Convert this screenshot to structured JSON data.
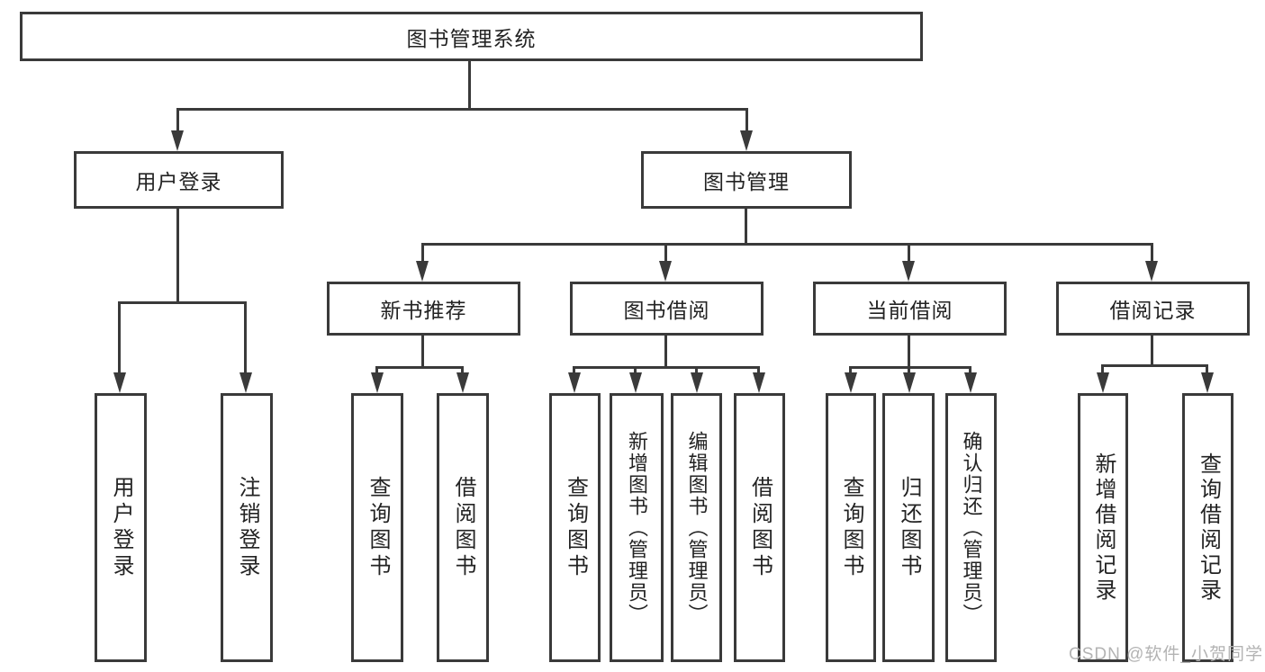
{
  "tree": {
    "root": {
      "label": "图书管理系统"
    },
    "level2": [
      {
        "label": "用户登录"
      },
      {
        "label": "图书管理"
      }
    ],
    "level3": [
      {
        "label": "新书推荐"
      },
      {
        "label": "图书借阅"
      },
      {
        "label": "当前借阅"
      },
      {
        "label": "借阅记录"
      }
    ],
    "leaves": {
      "user_login": [
        "用户登录",
        "注销登录"
      ],
      "new_book": [
        "查询图书",
        "借阅图书"
      ],
      "book_borrow": [
        "查询图书",
        "新增图书（管理员）",
        "编辑图书（管理员）",
        "借阅图书"
      ],
      "current_borrow": [
        "查询图书",
        "归还图书",
        "确认归还（管理员）"
      ],
      "borrow_record": [
        "新增借阅记录",
        "查询借阅记录"
      ]
    }
  },
  "watermark": {
    "text": "CSDN @软件_小贺同学"
  },
  "colors": {
    "line": "#3a3a3a",
    "text": "#232323",
    "watermark": "#b3b3b3",
    "background": "#ffffff"
  }
}
